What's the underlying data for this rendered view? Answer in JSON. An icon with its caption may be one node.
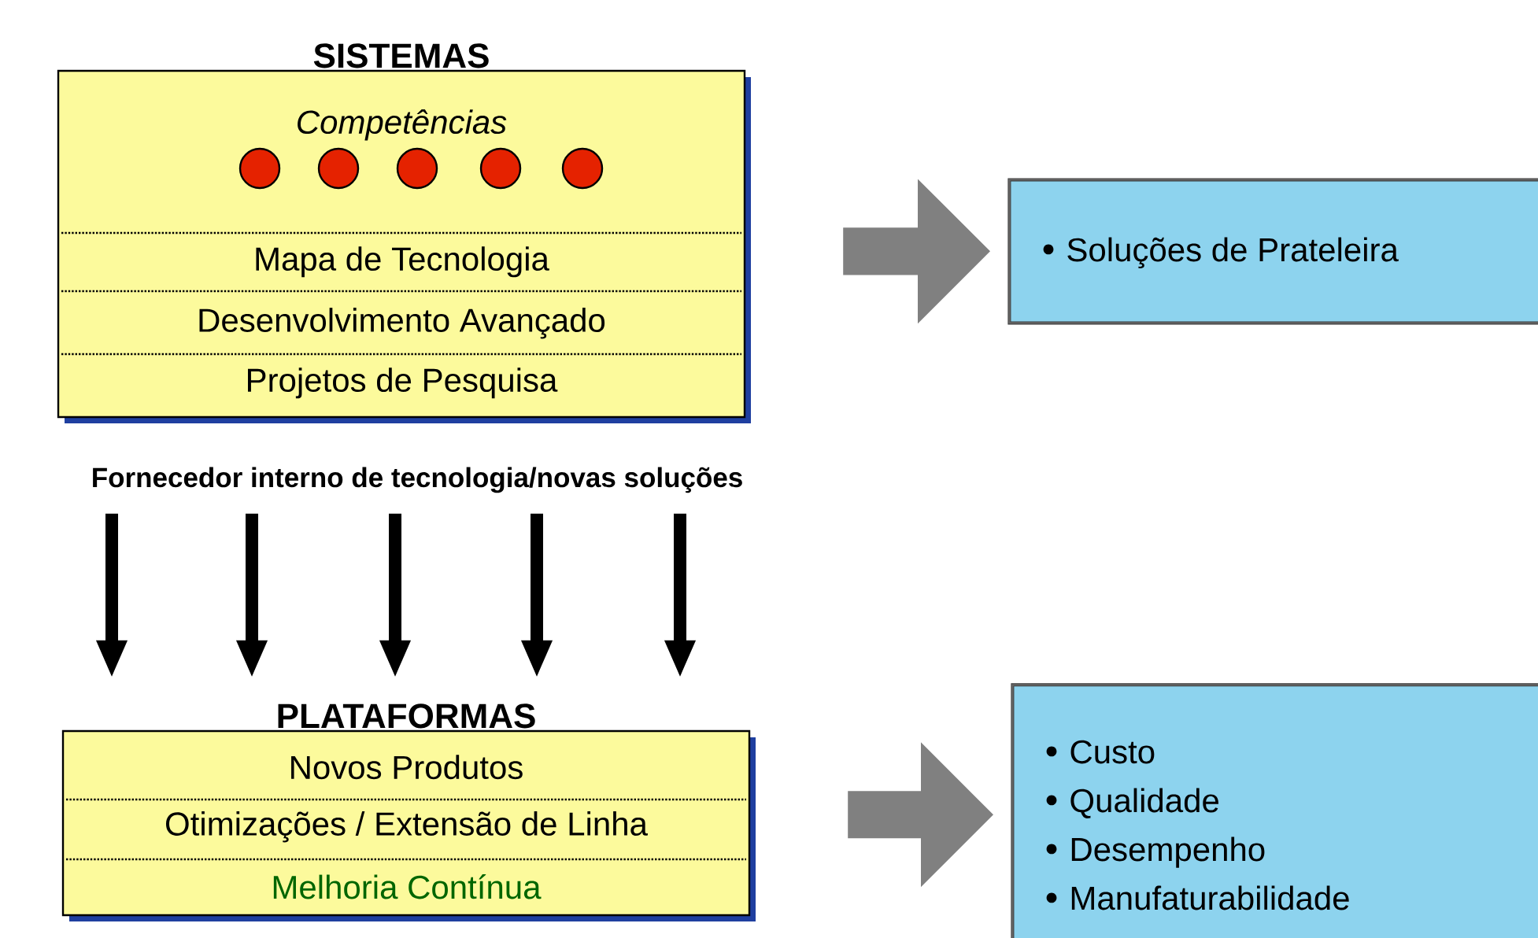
{
  "diagram": {
    "nodes": [
      {
        "text": [
          "SISTEMAS"
        ]
      },
      {
        "text": [
          "Competências"
        ],
        "in": 0
      },
      {
        "text": [
          "Mapa de Tecnologia"
        ],
        "in": 0
      },
      {
        "text": [
          "Desenvolvimento Avançado"
        ],
        "in": 0
      },
      {
        "text": [
          "Projetos de Pesquisa"
        ],
        "in": 0
      },
      {
        "text": [
          "Soluções de Prateleira"
        ]
      },
      {
        "text": [
          "Fornecedor interno de tecnologia/novas soluções"
        ]
      },
      {
        "text": [
          "PLATAFORMAS"
        ]
      },
      {
        "text": [
          "Novos Produtos"
        ],
        "in": 7
      },
      {
        "text": [
          "Otimizações / Extensão de Linha"
        ],
        "in": 7
      },
      {
        "text": [
          "Melhoria Contínua"
        ],
        "in": 7
      },
      {
        "text": [
          "Custo",
          "Qualidade",
          "Desempenho",
          "Manufaturabilidade"
        ]
      }
    ],
    "edges": [
      {
        "from": 0,
        "to": 5,
        "arrow": "to",
        "style": "thick",
        "color": "#808080"
      },
      {
        "from": 6,
        "to": 7,
        "arrow": "to"
      },
      {
        "from": 6,
        "to": 7,
        "arrow": "to"
      },
      {
        "from": 6,
        "to": 7,
        "arrow": "to"
      },
      {
        "from": 6,
        "to": 7,
        "arrow": "to"
      },
      {
        "from": 6,
        "to": 7,
        "arrow": "to"
      },
      {
        "from": 7,
        "to": 11,
        "arrow": "to",
        "style": "thick",
        "color": "#808080"
      }
    ]
  }
}
